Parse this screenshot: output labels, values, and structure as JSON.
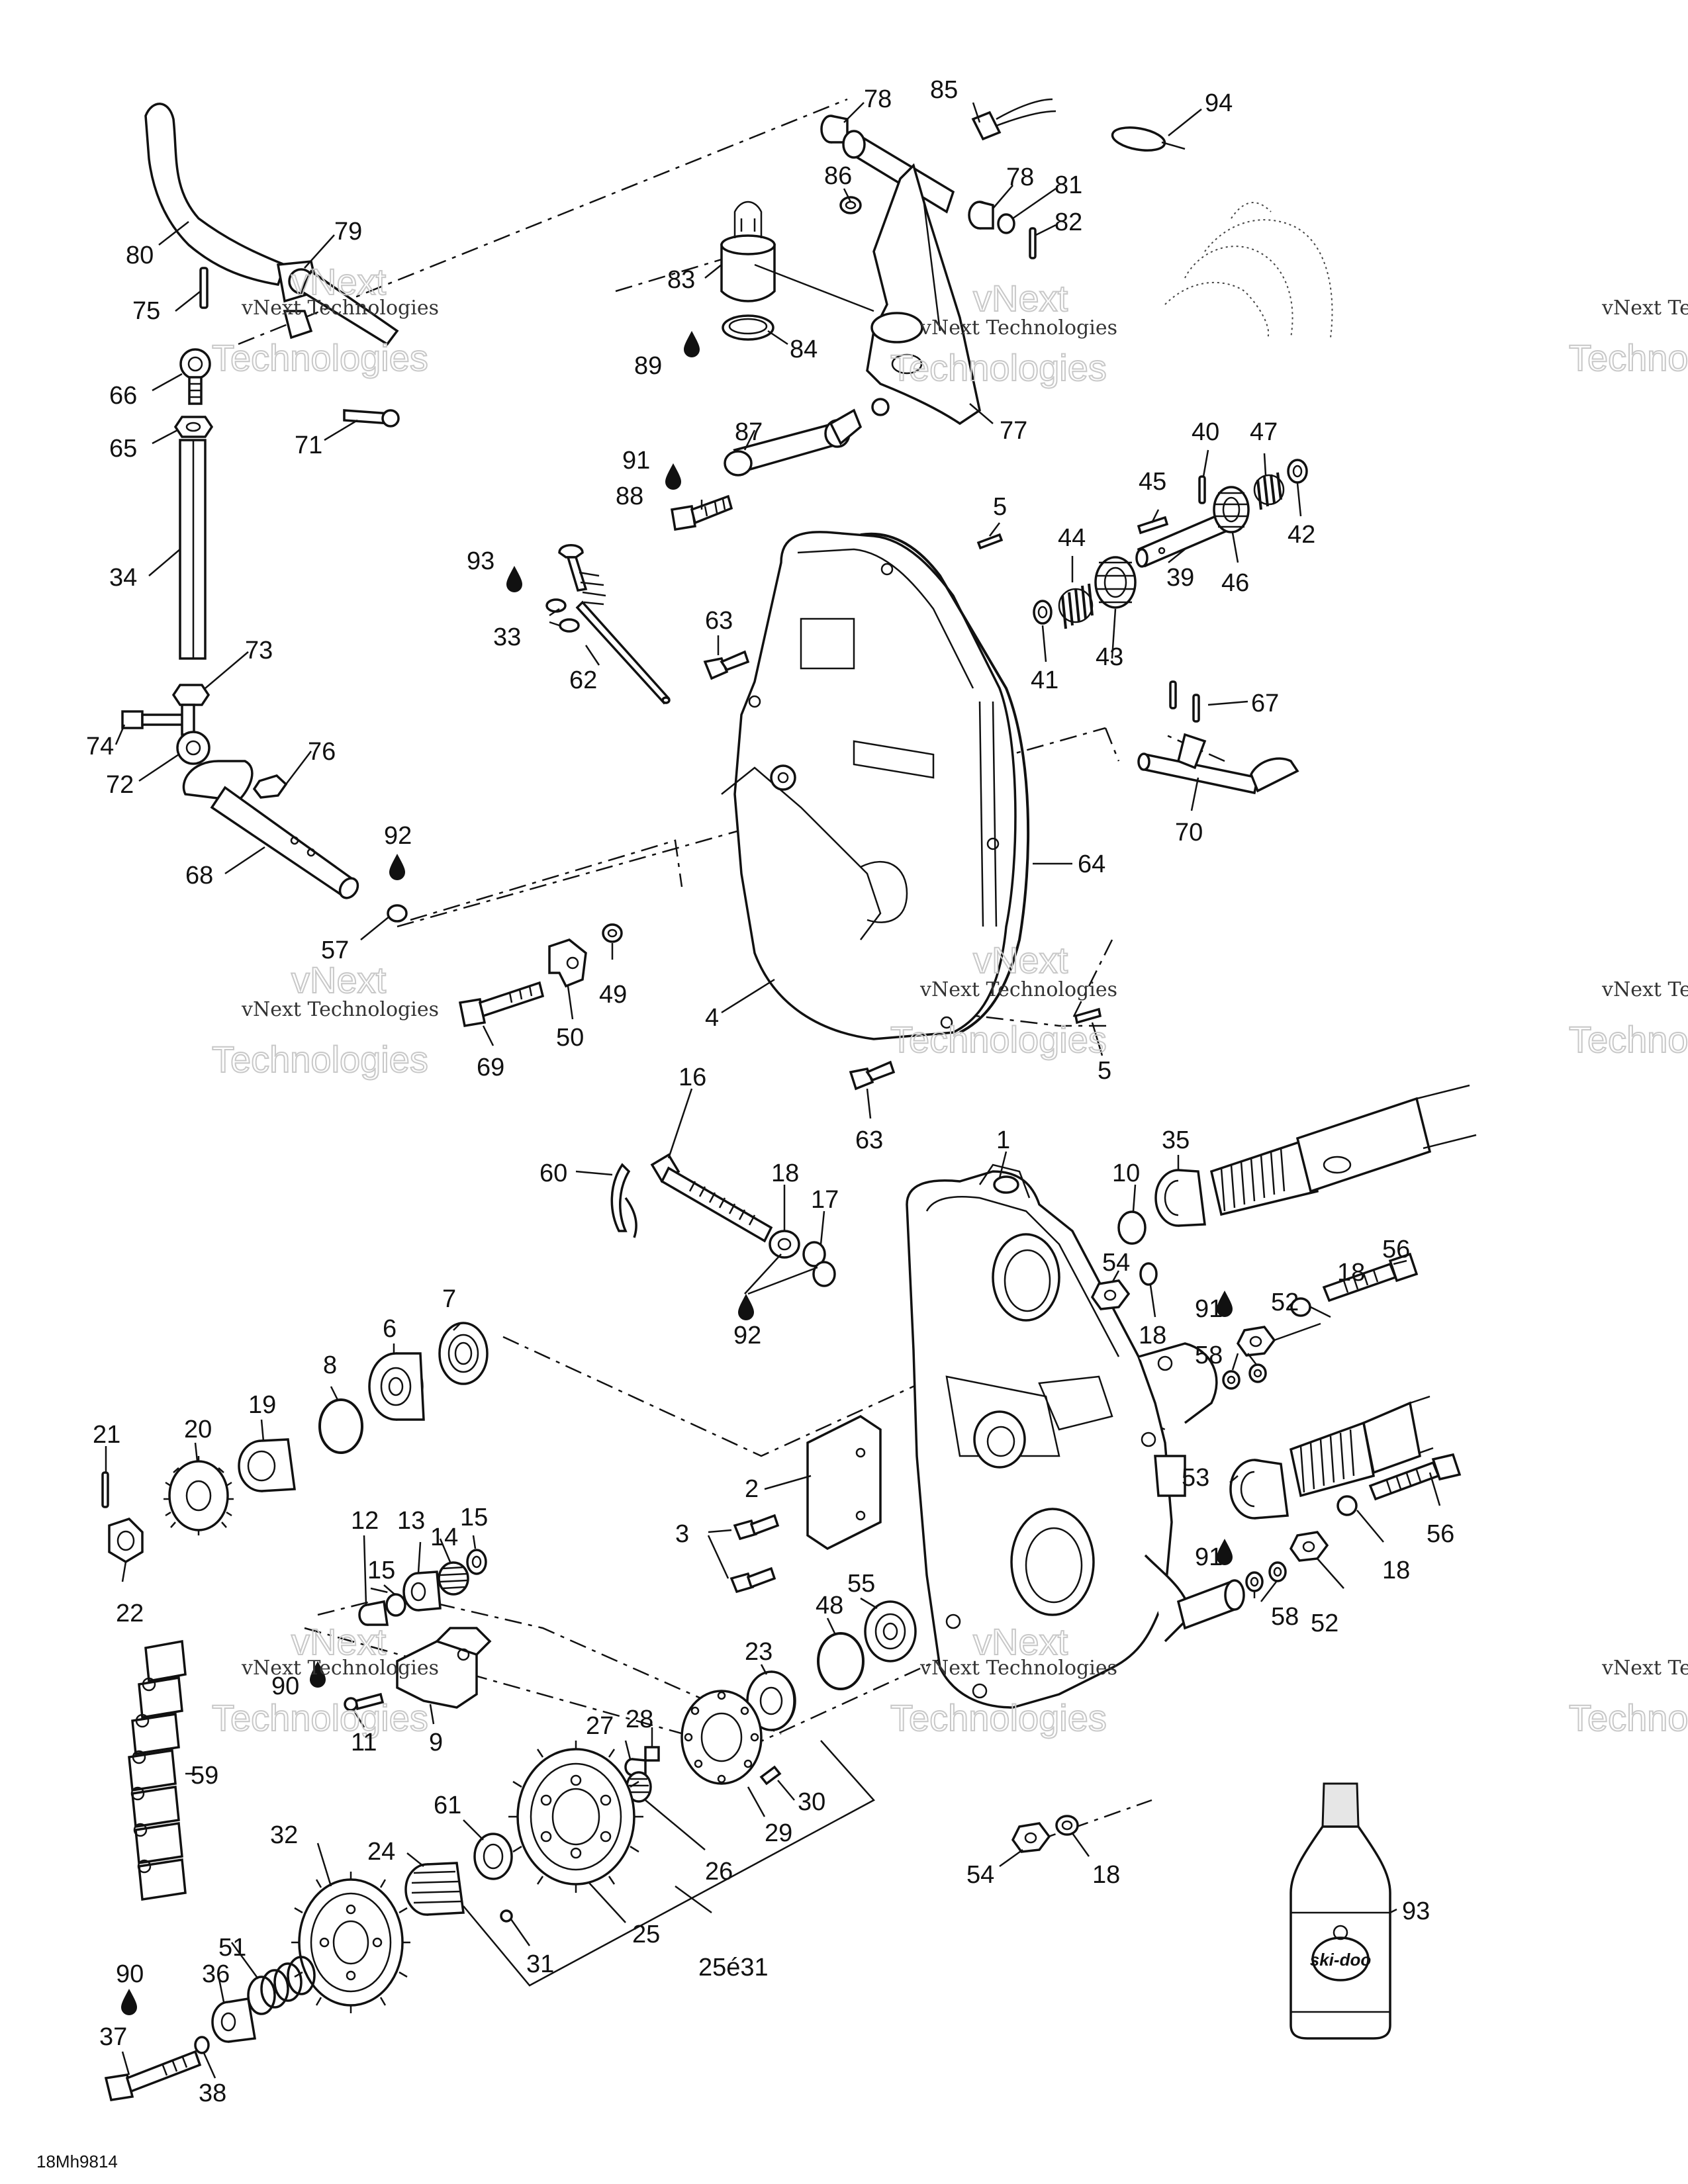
{
  "figure_code": "18Mh9814",
  "watermark": {
    "line1": "vNext Technologies",
    "line2a": "vNext",
    "line2b": "Technologies"
  },
  "product_label": {
    "brand": "ski-doo"
  },
  "callouts": [
    {
      "id": "c78a",
      "text": "78"
    },
    {
      "id": "c85",
      "text": "85"
    },
    {
      "id": "c94",
      "text": "94"
    },
    {
      "id": "c86",
      "text": "86"
    },
    {
      "id": "c78b",
      "text": "78"
    },
    {
      "id": "c81",
      "text": "81"
    },
    {
      "id": "c82",
      "text": "82"
    },
    {
      "id": "c83",
      "text": "83"
    },
    {
      "id": "c84",
      "text": "84"
    },
    {
      "id": "c89",
      "text": "89"
    },
    {
      "id": "c77",
      "text": "77"
    },
    {
      "id": "c80",
      "text": "80"
    },
    {
      "id": "c79",
      "text": "79"
    },
    {
      "id": "c75",
      "text": "75"
    },
    {
      "id": "c66",
      "text": "66"
    },
    {
      "id": "c65",
      "text": "65"
    },
    {
      "id": "c71",
      "text": "71"
    },
    {
      "id": "c34",
      "text": "34"
    },
    {
      "id": "c73",
      "text": "73"
    },
    {
      "id": "c74",
      "text": "74"
    },
    {
      "id": "c72",
      "text": "72"
    },
    {
      "id": "c76",
      "text": "76"
    },
    {
      "id": "c68",
      "text": "68"
    },
    {
      "id": "c92a",
      "text": "92"
    },
    {
      "id": "c57",
      "text": "57"
    },
    {
      "id": "c87",
      "text": "87"
    },
    {
      "id": "c91a",
      "text": "91"
    },
    {
      "id": "c88",
      "text": "88"
    },
    {
      "id": "c93a",
      "text": "93"
    },
    {
      "id": "c33",
      "text": "33"
    },
    {
      "id": "c62",
      "text": "62"
    },
    {
      "id": "c63a",
      "text": "63"
    },
    {
      "id": "c5a",
      "text": "5"
    },
    {
      "id": "c40",
      "text": "40"
    },
    {
      "id": "c47",
      "text": "47"
    },
    {
      "id": "c45",
      "text": "45"
    },
    {
      "id": "c42",
      "text": "42"
    },
    {
      "id": "c44",
      "text": "44"
    },
    {
      "id": "c39",
      "text": "39"
    },
    {
      "id": "c46",
      "text": "46"
    },
    {
      "id": "c41",
      "text": "41"
    },
    {
      "id": "c43",
      "text": "43"
    },
    {
      "id": "c67",
      "text": "67"
    },
    {
      "id": "c70",
      "text": "70"
    },
    {
      "id": "c64",
      "text": "64"
    },
    {
      "id": "c49",
      "text": "49"
    },
    {
      "id": "c50",
      "text": "50"
    },
    {
      "id": "c69",
      "text": "69"
    },
    {
      "id": "c4",
      "text": "4"
    },
    {
      "id": "c5b",
      "text": "5"
    },
    {
      "id": "c63b",
      "text": "63"
    },
    {
      "id": "c16",
      "text": "16"
    },
    {
      "id": "c1",
      "text": "1"
    },
    {
      "id": "c60",
      "text": "60"
    },
    {
      "id": "c18a",
      "text": "18"
    },
    {
      "id": "c17",
      "text": "17"
    },
    {
      "id": "c92b",
      "text": "92"
    },
    {
      "id": "c10",
      "text": "10"
    },
    {
      "id": "c35",
      "text": "35"
    },
    {
      "id": "c54a",
      "text": "54"
    },
    {
      "id": "c18b",
      "text": "18"
    },
    {
      "id": "c56a",
      "text": "56"
    },
    {
      "id": "c18c",
      "text": "18"
    },
    {
      "id": "c91b",
      "text": "91"
    },
    {
      "id": "c52a",
      "text": "52"
    },
    {
      "id": "c58a",
      "text": "58"
    },
    {
      "id": "c7",
      "text": "7"
    },
    {
      "id": "c6",
      "text": "6"
    },
    {
      "id": "c8",
      "text": "8"
    },
    {
      "id": "c19",
      "text": "19"
    },
    {
      "id": "c20",
      "text": "20"
    },
    {
      "id": "c21",
      "text": "21"
    },
    {
      "id": "c2",
      "text": "2"
    },
    {
      "id": "c53",
      "text": "53"
    },
    {
      "id": "c56b",
      "text": "56"
    },
    {
      "id": "c18d",
      "text": "18"
    },
    {
      "id": "c91c",
      "text": "91"
    },
    {
      "id": "c58b",
      "text": "58"
    },
    {
      "id": "c52b",
      "text": "52"
    },
    {
      "id": "c22",
      "text": "22"
    },
    {
      "id": "c3",
      "text": "3"
    },
    {
      "id": "c12",
      "text": "12"
    },
    {
      "id": "c13",
      "text": "13"
    },
    {
      "id": "c14",
      "text": "14"
    },
    {
      "id": "c15a",
      "text": "15"
    },
    {
      "id": "c15b",
      "text": "15"
    },
    {
      "id": "c55",
      "text": "55"
    },
    {
      "id": "c48",
      "text": "48"
    },
    {
      "id": "c23",
      "text": "23"
    },
    {
      "id": "c90a",
      "text": "90"
    },
    {
      "id": "c11",
      "text": "11"
    },
    {
      "id": "c9",
      "text": "9"
    },
    {
      "id": "c27",
      "text": "27"
    },
    {
      "id": "c28",
      "text": "28"
    },
    {
      "id": "c59",
      "text": "59"
    },
    {
      "id": "c30",
      "text": "30"
    },
    {
      "id": "c29",
      "text": "29"
    },
    {
      "id": "c26",
      "text": "26"
    },
    {
      "id": "c54b",
      "text": "54"
    },
    {
      "id": "c18e",
      "text": "18"
    },
    {
      "id": "c32",
      "text": "32"
    },
    {
      "id": "c24",
      "text": "24"
    },
    {
      "id": "c61",
      "text": "61"
    },
    {
      "id": "c25",
      "text": "25"
    },
    {
      "id": "c31",
      "text": "31"
    },
    {
      "id": "c25_31",
      "text": "25é31"
    },
    {
      "id": "c93b",
      "text": "93"
    },
    {
      "id": "c90b",
      "text": "90"
    },
    {
      "id": "c36",
      "text": "36"
    },
    {
      "id": "c51",
      "text": "51"
    },
    {
      "id": "c37",
      "text": "37"
    },
    {
      "id": "c38",
      "text": "38"
    }
  ]
}
